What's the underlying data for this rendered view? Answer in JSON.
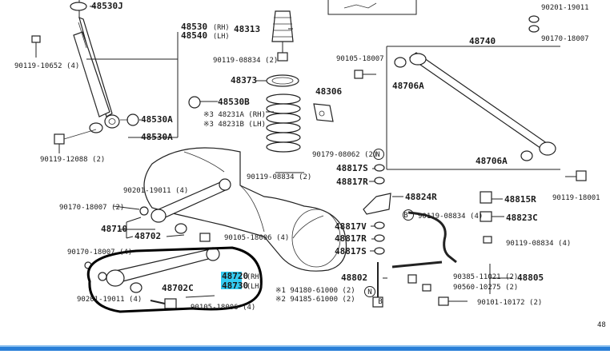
{
  "diagram": {
    "labels": {
      "p48530J": "48530J",
      "p48530RH": "48530",
      "p48530RHsfx": "(RH)",
      "p48540LH": "48540",
      "p48540LHsfx": "(LH)",
      "p48313": "48313",
      "p90201_19011_tr": "90201-19011",
      "p90170_18007_tr": "90170-18007",
      "p48740": "48740",
      "p90119_10652": "90119-10652 (4)",
      "p90119_08834_a": "90119-08834 (2)",
      "p48373": "48373",
      "p90105_18007": "90105-18007",
      "p48706A_top": "48706A",
      "p48530B": "48530B",
      "p48306": "48306",
      "p48530A_1": "48530A",
      "p48231A": "※3 48231A (RH)",
      "p48231B": "※3 48231B (LH)",
      "p48530A_2": "48530A",
      "p90119_12088": "90119-12088 (2)",
      "p90179_08062": "90179-08062 (2)",
      "p48706A_bot": "48706A",
      "p48817S_1": "48817S",
      "p90119_08834_b": "90119-08834 (2)",
      "p48817R_1": "48817R",
      "p90201_19011_ml": "90201-19011 (4)",
      "p48824R": "48824R",
      "p90119_18001": "90119-18001",
      "p90170_18007_ml": "90170-18007 (2)",
      "p48815R": "48815R",
      "p90119_08834_c": "90119-08834 (4)",
      "p48823C": "48823C",
      "p48710": "48710",
      "p48817V": "48817V",
      "p48702": "48702",
      "p90105_18006_mid": "90105-18006 (4)",
      "p48817R_2": "48817R",
      "p90119_08834_d": "90119-08834 (4)",
      "p90170_18007_bl": "90170-18007 (4)",
      "p48817S_2": "48817S",
      "p48720": "48720",
      "p48720sfx": "(RH)",
      "p48730": "48730",
      "p48730sfx": "(LH)",
      "p90385_11021": "90385-11021 (2)",
      "p48802": "48802",
      "p48805": "48805",
      "p48702C": "48702C",
      "p90560_10275": "90560-10275 (2)",
      "p90201_19011_bl": "90201-19011 (4)",
      "p94180": "※1 94180-61000 (2)",
      "p94185": "※2 94185-61000 (2)",
      "p90105_18006_bot": "90105-18006 (4)",
      "p90101_10172": "90101-10172 (2)",
      "circleN1": "N",
      "circleN2": "N",
      "circleB1": "B",
      "circleB2": "B",
      "p48_cut": "48"
    },
    "colors": {
      "highlight": "#33ccf2",
      "ink": "#1a1a1a",
      "bottom_bar": "#2a7fd8"
    }
  }
}
